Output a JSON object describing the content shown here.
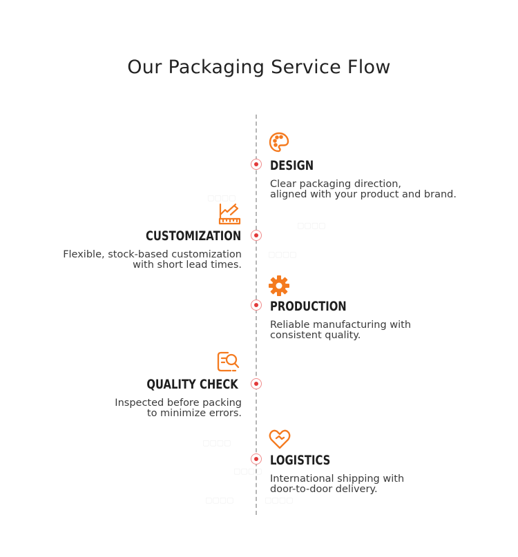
{
  "title": "Our Packaging Service Flow",
  "accent_color": "#F47A1F",
  "node_color": "#E23A3A",
  "steps": [
    {
      "title": "DESIGN",
      "icon": "palette-icon",
      "desc": [
        "Clear packaging direction,",
        "aligned with your product and brand."
      ]
    },
    {
      "title": "CUSTOMIZATION",
      "icon": "ruler-pencil-icon",
      "desc": [
        "Flexible, stock-based customization",
        "with short lead times."
      ]
    },
    {
      "title": "PRODUCTION",
      "icon": "gear-icon",
      "desc": [
        "Reliable manufacturing with",
        "consistent quality."
      ]
    },
    {
      "title": "QUALITY CHECK",
      "icon": "document-search-icon",
      "desc": [
        "Inspected before packing",
        "to minimize errors."
      ]
    },
    {
      "title": "LOGISTICS",
      "icon": "heart-handshake-icon",
      "desc": [
        "International shipping with",
        "door-to-door delivery."
      ]
    }
  ]
}
